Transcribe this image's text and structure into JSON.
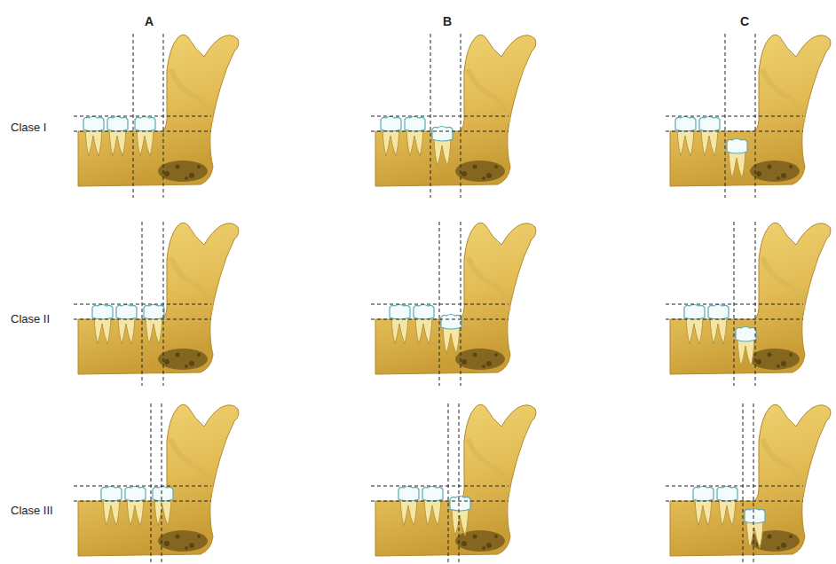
{
  "diagram": {
    "labels": [
      "A",
      "B",
      "C",
      "Clase I",
      "Clase II",
      "Clase III"
    ]
  }
}
